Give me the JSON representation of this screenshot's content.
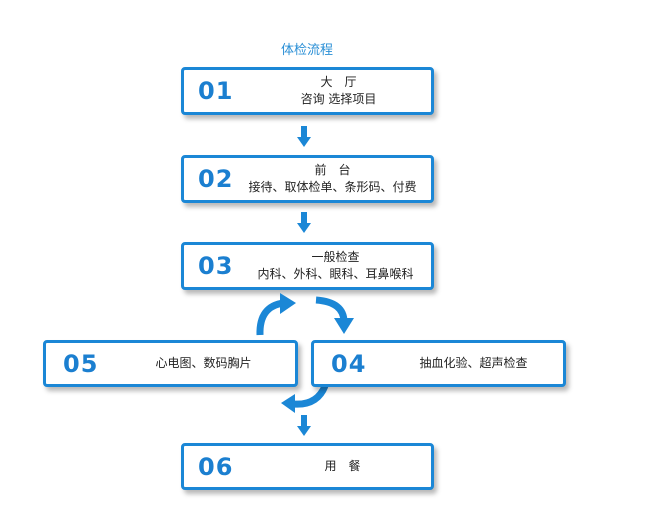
{
  "title": "体检流程",
  "steps": [
    {
      "num": "01",
      "line1": "大　厅",
      "line2": "咨询 选择项目"
    },
    {
      "num": "02",
      "line1": "前　台",
      "line2": "接待、取体检单、条形码、付费"
    },
    {
      "num": "03",
      "line1": "一般检查",
      "line2": "内科、外科、眼科、耳鼻喉科"
    },
    {
      "num": "04",
      "line1": "抽血化验、超声检查"
    },
    {
      "num": "05",
      "line1": "心电图、数码胸片"
    },
    {
      "num": "06",
      "line1": "用　餐"
    }
  ],
  "colors": {
    "accent": "#1b87d6",
    "number": "#1b7fd0",
    "text": "#222222",
    "title": "#2a8fd6"
  }
}
